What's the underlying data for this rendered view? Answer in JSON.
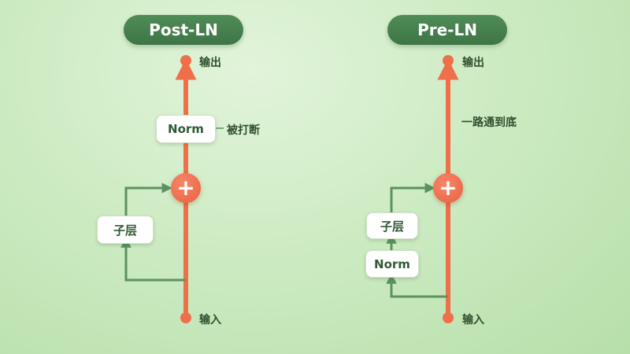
{
  "left": {
    "title": "Post-LN",
    "output_label": "输出",
    "input_label": "输入",
    "norm_label": "Norm",
    "norm_annotation": "被打断",
    "sublayer_label": "子层",
    "plus_symbol": "+"
  },
  "right": {
    "title": "Pre-LN",
    "output_label": "输出",
    "input_label": "输入",
    "norm_label": "Norm",
    "path_annotation": "一路通到底",
    "sublayer_label": "子层",
    "plus_symbol": "+"
  },
  "colors": {
    "main_path": "#ee6f4a",
    "residual_path": "#5b9260",
    "title_bg": "#437d4b",
    "background": "#cdebc3"
  }
}
